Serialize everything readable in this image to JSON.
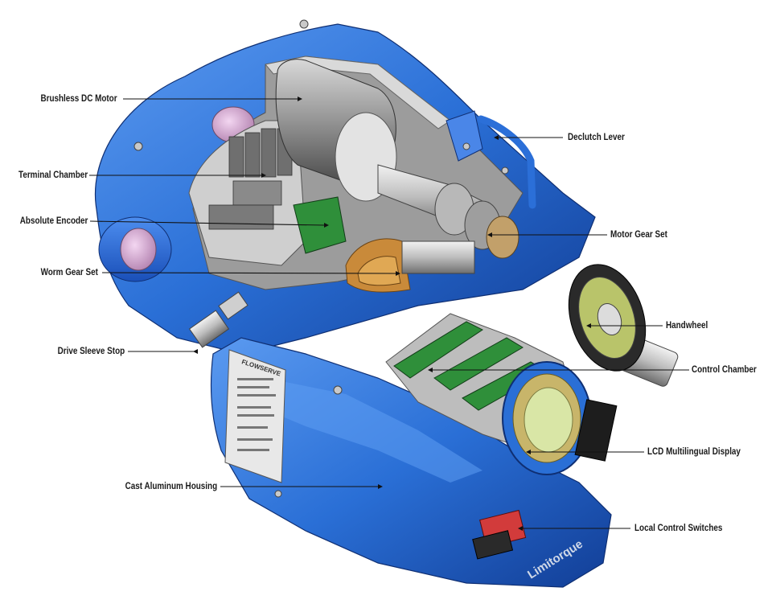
{
  "diagram": {
    "callouts": [
      {
        "id": "brushless-dc-motor",
        "label": "Brushless DC Motor"
      },
      {
        "id": "terminal-chamber",
        "label": "Terminal Chamber"
      },
      {
        "id": "absolute-encoder",
        "label": "Absolute Encoder"
      },
      {
        "id": "worm-gear-set",
        "label": "Worm Gear Set"
      },
      {
        "id": "drive-sleeve-stop",
        "label": "Drive Sleeve Stop"
      },
      {
        "id": "cast-aluminum-housing",
        "label": "Cast Aluminum Housing"
      },
      {
        "id": "declutch-lever",
        "label": "Declutch Lever"
      },
      {
        "id": "motor-gear-set",
        "label": "Motor Gear Set"
      },
      {
        "id": "handwheel",
        "label": "Handwheel"
      },
      {
        "id": "control-chamber",
        "label": "Control Chamber"
      },
      {
        "id": "lcd-multilingual-display",
        "label": "LCD Multilingual Display"
      },
      {
        "id": "local-control-switches",
        "label": "Local Control Switches"
      }
    ],
    "nameplate_brand": "FLOWSERVE",
    "housing_brand": "Limitorque",
    "colors": {
      "housing": "#2a6fd6",
      "housing_dark": "#14409a",
      "housing_light": "#5b9af0",
      "interior": "#8c8c8c",
      "gear": "#c98a3a",
      "board": "#2f8f3a",
      "label": "#1a1a1a",
      "leader": "#111111"
    }
  }
}
